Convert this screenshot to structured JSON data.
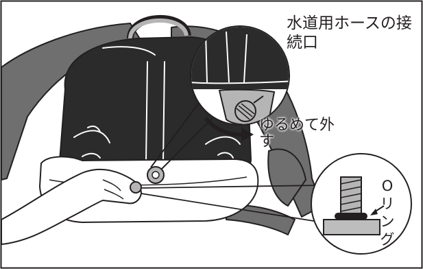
{
  "labels": {
    "hose_connection": "水道用ホースの接続口",
    "loosen_remove": "ゆるめて外す",
    "o_ring": "Oリング"
  },
  "colors": {
    "ink": "#231f20",
    "dark_fill": "#2b2b2b",
    "mid_gray": "#6f6f6f",
    "light_gray": "#b5b5b5",
    "ring_fill": "#bdbdbd"
  },
  "icons": {
    "arrow": "curved-arrow-icon",
    "o_ring_pointer": "pointer-arrow-icon"
  }
}
